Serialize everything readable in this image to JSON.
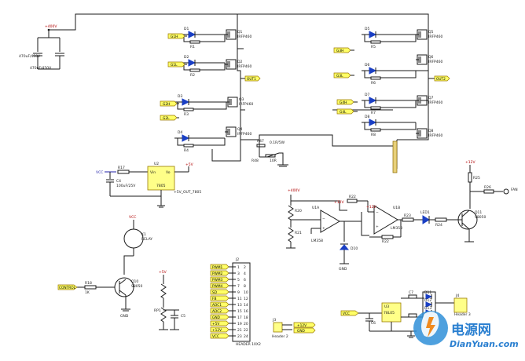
{
  "header": {
    "vcc_top": "+400V",
    "top_cap_a": "470uF/450V",
    "top_cap_b": "470uF/450V",
    "fet_label": "IRFP460"
  },
  "gate_ports": {
    "left": [
      "G1H",
      "G1L",
      "G2H",
      "G2L"
    ],
    "right": [
      "G3H",
      "G3L",
      "G4H",
      "G4L"
    ],
    "out_left": "OUT1",
    "out_right": "OUT2"
  },
  "gate_refs": [
    "D1",
    "R1",
    "Q1",
    "D2",
    "R2",
    "Q2",
    "D3",
    "R3",
    "Q3",
    "D4",
    "R4",
    "Q4",
    "D5",
    "R5",
    "Q5",
    "D6",
    "R6",
    "Q6",
    "D7",
    "R7",
    "Q7",
    "D8",
    "R8",
    "Q8"
  ],
  "sense": {
    "resistor": "R47",
    "value": "0.1R/5W",
    "r48": "R48",
    "r48_value": "10R"
  },
  "regulator": {
    "ref": "U2",
    "part": "7805",
    "input": "VCC",
    "output": "+5V",
    "pins": [
      "Vin",
      "Vo",
      "GND"
    ],
    "note": "+5V_OUT_7805",
    "cap": "C4",
    "cap_value": "100uF/25V",
    "r": "R17"
  },
  "driver": {
    "vcc": "VCC",
    "relay": "K1",
    "relay_part": "RELAY",
    "transistor": "Q10",
    "transistor_part": "S8050",
    "input_port": "CONTROL",
    "base_r": "R18",
    "base_r_value": "1K",
    "gnd": "GND",
    "vref": "+5V",
    "pot": "RP1",
    "cap": "C5"
  },
  "connector": {
    "ref": "J2",
    "part": "HEADER 10X2",
    "ports": [
      "PWM1",
      "PWM2",
      "PWM3",
      "PWM4",
      "SD",
      "FB",
      "ADC1",
      "ADC2",
      "GND",
      "+5V",
      "+12V",
      "VCC"
    ]
  },
  "header_small": {
    "ref": "J3",
    "part": "Header 2",
    "ports": [
      "+12V",
      "GND"
    ]
  },
  "opamp": {
    "vin": "+400V",
    "u1": "U1A",
    "u1_part": "LM358",
    "u2": "U1B",
    "u2_part": "LM358",
    "r_in": "R20",
    "r_div": "R21",
    "r_fb": "R22",
    "r_out": "R23",
    "zener": "D10",
    "led": "LED1",
    "led_r": "R24",
    "gnd": "GND",
    "supply": "+12V"
  },
  "output_stage": {
    "vcc": "+12V",
    "transistor": "Q11",
    "transistor_part": "S8050",
    "r_c": "R25",
    "r_b": "R26",
    "out": "FAN"
  },
  "bottom_reg": {
    "ref": "U3",
    "part": "78L05",
    "in_port": "VCC",
    "cap_in": "C6",
    "cap_out": "C7",
    "diodes": [
      "D11",
      "D12",
      "D13",
      "D14"
    ],
    "header": "J4",
    "header_part": "Header 3"
  },
  "watermark": {
    "cn": "电源网",
    "en": "DianYuan.com"
  }
}
